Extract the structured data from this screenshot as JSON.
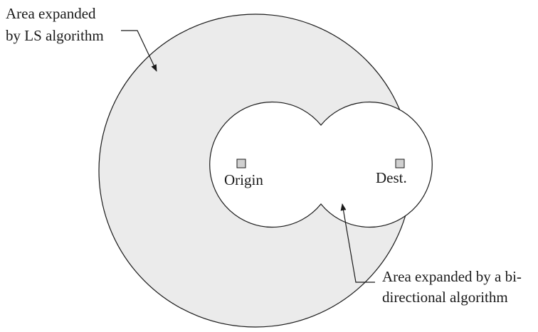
{
  "labels": {
    "ls_area": [
      "Area expanded",
      "by LS algorithm"
    ],
    "bidir_area": [
      "Area expanded by a bi-",
      "directional algorithm"
    ],
    "origin": "Origin",
    "destination": "Dest."
  },
  "colors": {
    "ls_fill": "#ebebeb",
    "bidir_fill": "#ffffff",
    "marker_fill": "#d0d0d0",
    "stroke": "#1a1a1a"
  }
}
